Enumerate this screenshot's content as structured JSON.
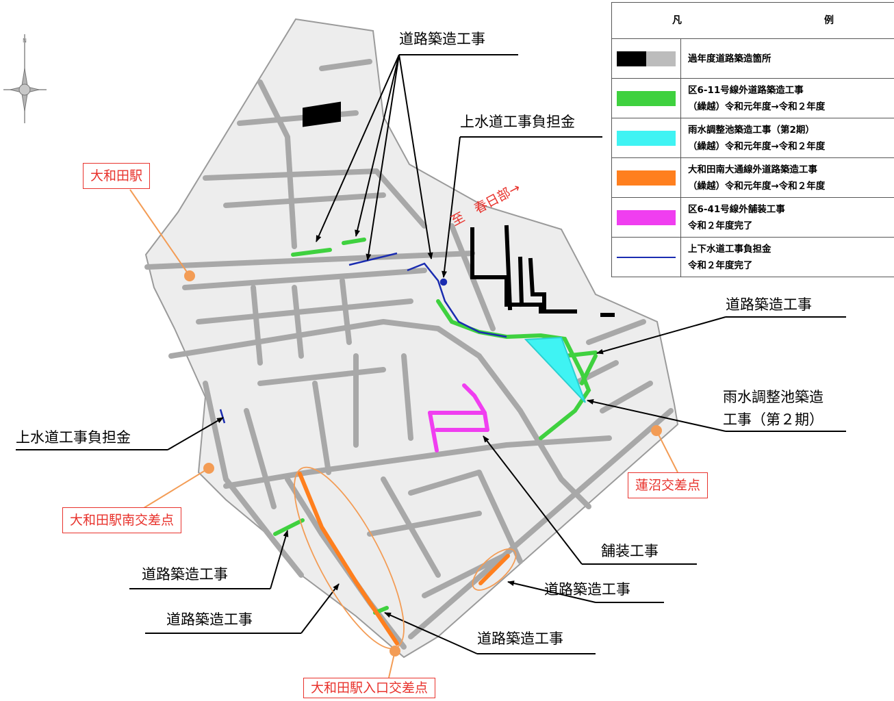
{
  "legend": {
    "title": "凡　　例",
    "items": [
      {
        "line1": "過年度道路築造箇所",
        "line2": "",
        "swatch": "black-gray"
      },
      {
        "line1": "区6-11号線外道路築造工事",
        "line2": "（繰越）令和元年度→令和２年度",
        "color": "#3fd13f"
      },
      {
        "line1": "雨水調整池築造工事（第2期）",
        "line2": "（繰越）令和元年度→令和２年度",
        "color": "#3ff3f3"
      },
      {
        "line1": "大和田南大通線外道路築造工事",
        "line2": "（繰越）令和元年度→令和２年度",
        "color": "#ff7f1e"
      },
      {
        "line1": "区6-41号線外舗装工事",
        "line2": "令和２年度完了",
        "color": "#f03ef0"
      },
      {
        "line1": "上下水道工事負担金",
        "line2": "令和２年度完了",
        "color": "#1a2cb0"
      }
    ]
  },
  "labels": {
    "road_top": "道路築造工事",
    "water_top": "上水道工事負担金",
    "direction": "至　春日部→",
    "road_right": "道路築造工事",
    "rainwater_line1": "雨水調整池築造",
    "rainwater_line2": "工事（第２期）",
    "water_left": "上水道工事負担金",
    "paving": "舗装工事",
    "road_bl1": "道路築造工事",
    "road_bl2": "道路築造工事",
    "road_bc": "道路築造工事",
    "road_br": "道路築造工事"
  },
  "stations": {
    "owada": "大和田駅",
    "owada_south": "大和田駅南交差点",
    "hasunuma": "蓮沼交差点",
    "owada_entrance": "大和田駅入口交差点"
  },
  "colors": {
    "existing_black": "#000000",
    "existing_gray": "#bcbcbc",
    "road_green": "#3fd13f",
    "pond_cyan": "#3ff3f3",
    "avenue_orange": "#ff7f1e",
    "paving_magenta": "#f03ef0",
    "water_blue": "#1a2cb0",
    "callout_red": "#e8322c",
    "marker_orange": "#f39c55"
  }
}
